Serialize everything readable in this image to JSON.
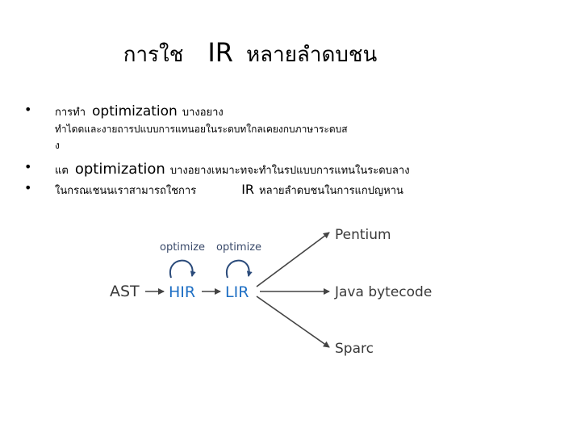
{
  "slide": {
    "title": {
      "part1": "การใช",
      "part2": "IR",
      "part3": "หลายลำดบชน"
    },
    "bullets": [
      {
        "lead": "การทำ",
        "latin": "optimization",
        "tail": "บางอยาง",
        "cont1": "ทำไดดและงายถารปแบบการแทนอยในระดบทใกลเคยงกบภาษาระดบส",
        "cont2": "ง"
      },
      {
        "lead": "แต",
        "latin": "optimization",
        "tail": "บางอยางเหมาะทจะทำในรปแบบการแทนในระดบลาง"
      },
      {
        "lead": "ในกรณเชนนเราสามารถใชการ",
        "latin": "IR",
        "tail": "หลายลำดบชนในการแกปญหาน"
      }
    ],
    "bullet_glyph": "•"
  },
  "diagram": {
    "nodes": {
      "ast": "AST",
      "hir": "HIR",
      "lir": "LIR",
      "pentium": "Pentium",
      "java": "Java bytecode",
      "sparc": "Sparc"
    },
    "loop_labels": [
      "optimize",
      "optimize"
    ],
    "colors": {
      "ir_blue": "#1e6fc4",
      "text": "#3a3a3a",
      "arrow": "#444444",
      "loop": "#2a4a7a"
    }
  }
}
